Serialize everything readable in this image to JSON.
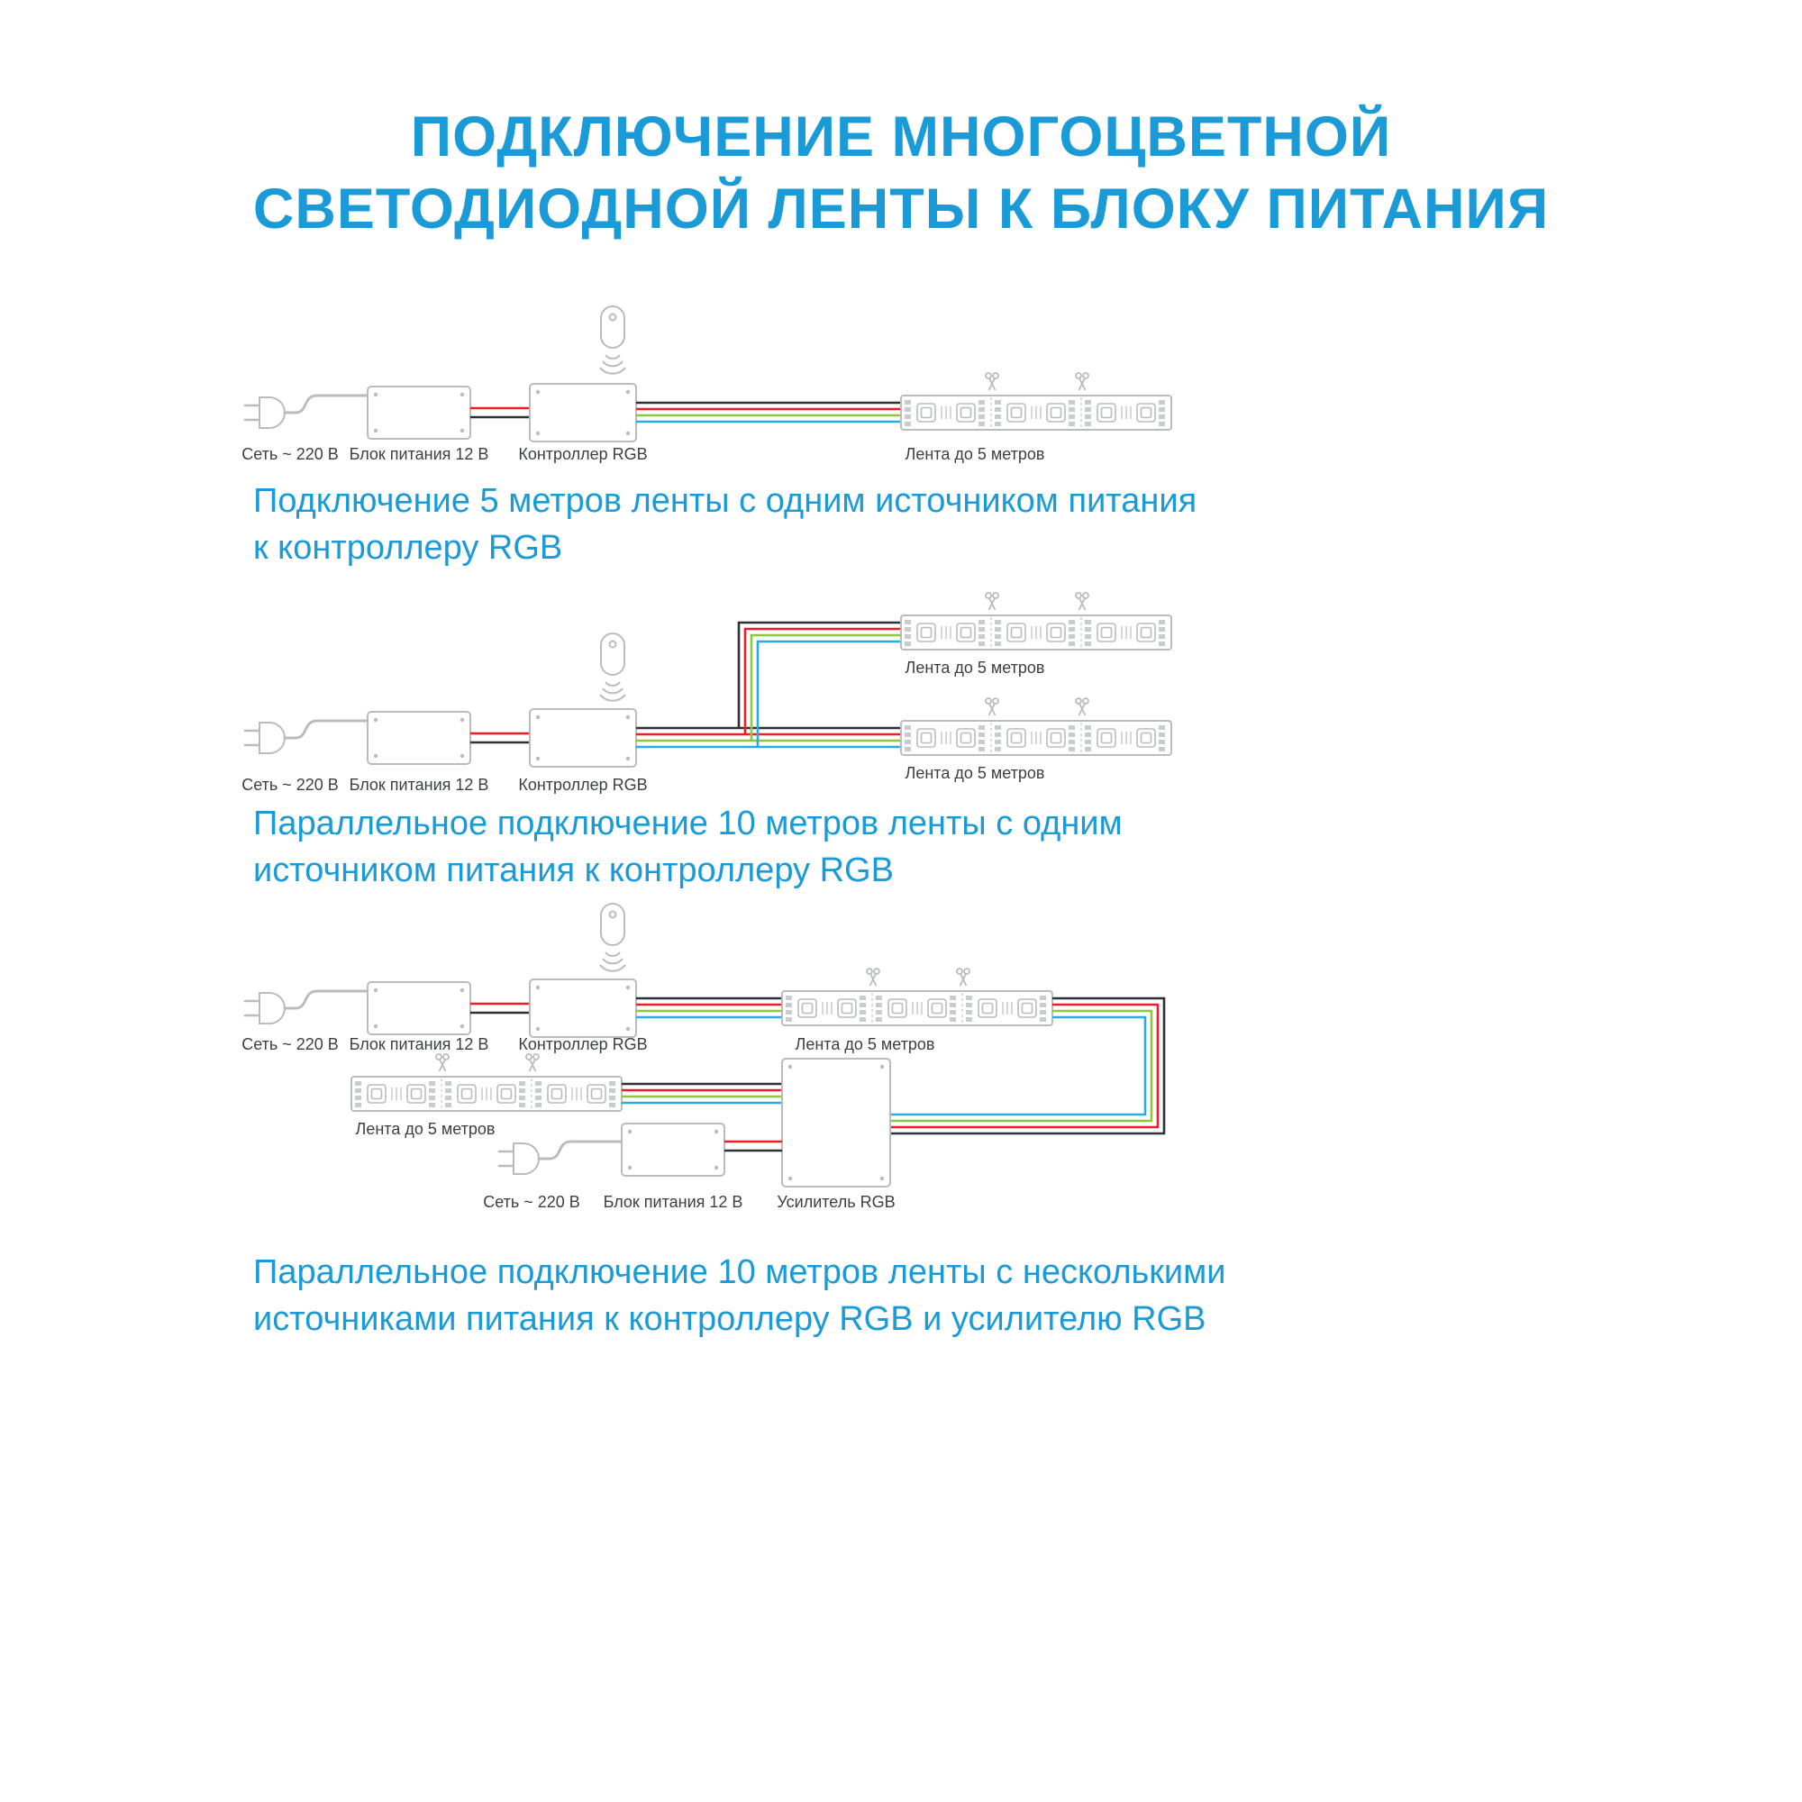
{
  "title": {
    "line1": "ПОДКЛЮЧЕНИЕ МНОГОЦВЕТНОЙ",
    "line2": "СВЕТОДИОДНОЙ ЛЕНТЫ К БЛОКУ ПИТАНИЯ"
  },
  "labels": {
    "mains": "Сеть ~ 220 В",
    "psu": "Блок питания 12 В",
    "controller": "Контроллер RGB",
    "strip": "Лента до 5 метров",
    "amplifier": "Усилитель RGB"
  },
  "captions": {
    "diagram1_line1": "Подключение 5 метров ленты с одним источником питания",
    "diagram1_line2": "к контроллеру RGB",
    "diagram2_line1": "Параллельное подключение 10 метров ленты с одним",
    "diagram2_line2": "источником питания к контроллеру RGB",
    "diagram3_line1": "Параллельное подключение 10 метров ленты с несколькими",
    "diagram3_line2": "источниками питания к контроллеру RGB и усилителю RGB"
  },
  "colors": {
    "accent_blue": "#1a9bd7",
    "diagram_outline": "#b9bcbe",
    "label_text": "#3c3f42",
    "wire_black": "#2e3133",
    "wire_red": "#ec1c24",
    "wire_green": "#8dc63f",
    "wire_blue": "#29abe2"
  },
  "icons": {
    "remote": "ir-remote-icon",
    "scissors": "scissors-cut-icon",
    "plug": "mains-plug-icon"
  }
}
